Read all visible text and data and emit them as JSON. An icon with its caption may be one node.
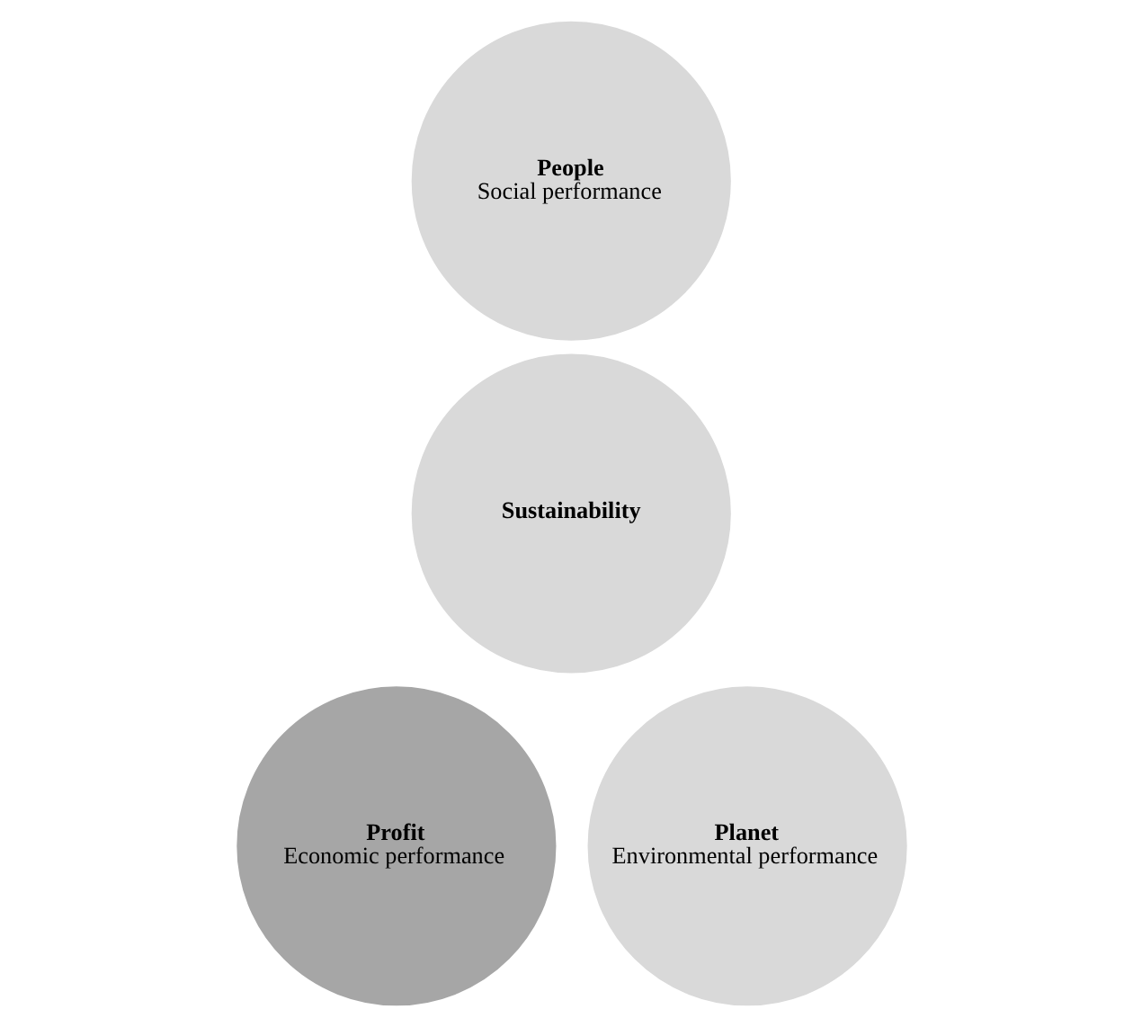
{
  "diagram": {
    "nodes": [
      {
        "text": [
          "People",
          "Social performance"
        ]
      },
      {
        "text": [
          "Sustainability"
        ]
      },
      {
        "text": [
          "Profit",
          "Economic performance"
        ]
      },
      {
        "text": [
          "Planet",
          "Environmental performance"
        ]
      }
    ]
  }
}
